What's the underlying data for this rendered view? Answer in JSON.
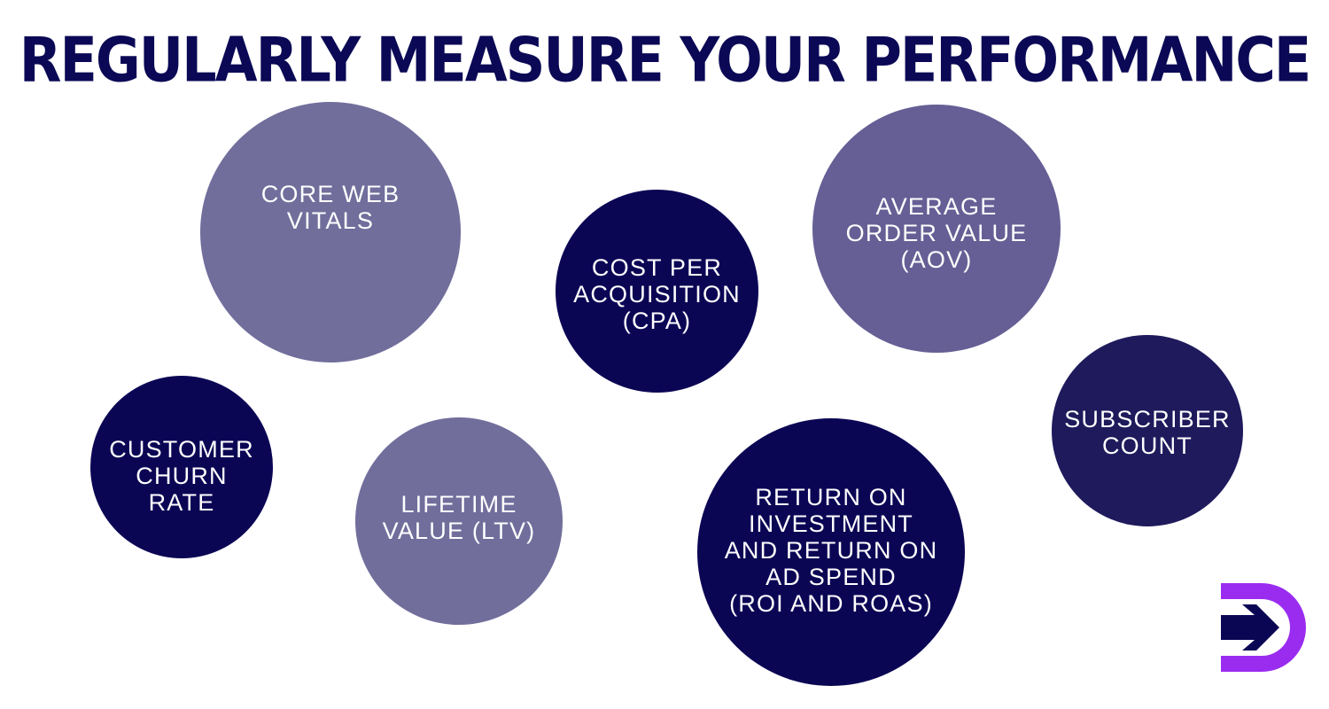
{
  "title": "REGULARLY MEASURE YOUR PERFORMANCE",
  "bubbles": {
    "core_web_vitals": "CORE WEB\nVITALS",
    "cpa": "COST PER\nACQUISITION\n(CPA)",
    "aov": "AVERAGE\nORDER VALUE\n(AOV)",
    "churn": "CUSTOMER\nCHURN\nRATE",
    "ltv": "LIFETIME\nVALUE (LTV)",
    "roi": "RETURN ON\nINVESTMENT\nAND RETURN ON\nAD SPEND\n(ROI AND ROAS)",
    "subscriber": "SUBSCRIBER\nCOUNT"
  },
  "colors": {
    "title": "#0b0955",
    "bubble_light": "#716e9c",
    "bubble_mid": "#655f95",
    "bubble_dark": "#0b0654",
    "bubble_darkish": "#1e1a5c",
    "logo_purple": "#9a2cf0",
    "logo_navy": "#0b0654"
  },
  "logo": {
    "icon": "arrow-d-logo-icon"
  }
}
